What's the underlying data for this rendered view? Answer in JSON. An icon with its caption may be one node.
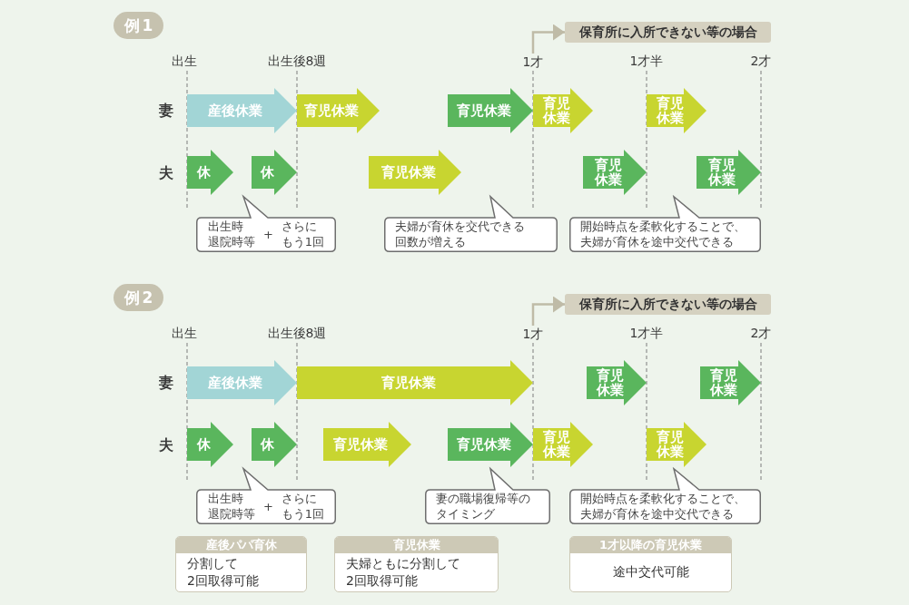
{
  "diagram": {
    "nodes": [
      {
        "text": [
          "例1"
        ]
      },
      {
        "text": [
          "保育所に入所できない等の場合"
        ]
      },
      {
        "text": [
          "1才"
        ]
      },
      {
        "text": [
          "産後休業"
        ]
      },
      {
        "text": [
          "育児休業"
        ]
      },
      {
        "text": [
          "育児休業"
        ]
      },
      {
        "text": [
          "育児休業"
        ]
      },
      {
        "text": [
          "育児休業"
        ]
      },
      {
        "text": [
          "休"
        ]
      },
      {
        "text": [
          "休"
        ]
      },
      {
        "text": [
          "育児休業"
        ]
      },
      {
        "text": [
          "育児休業"
        ]
      },
      {
        "text": [
          "育児休業"
        ]
      },
      {
        "text": [
          "出生時退院時等",
          "+",
          "さらにもう1回"
        ]
      },
      {
        "text": [
          "夫婦が育休を交代できる回数が増える"
        ]
      },
      {
        "text": [
          "開始時点を柔軟化することで、夫婦が育休を途中交代できる"
        ]
      },
      {
        "text": [
          "例2"
        ]
      },
      {
        "text": [
          "保育所に入所できない等の場合"
        ]
      },
      {
        "text": [
          "1才"
        ]
      },
      {
        "text": [
          "産後休業"
        ]
      },
      {
        "text": [
          "育児休業"
        ]
      },
      {
        "text": [
          "育児休業"
        ]
      },
      {
        "text": [
          "育児休業"
        ]
      },
      {
        "text": [
          "休"
        ]
      },
      {
        "text": [
          "休"
        ]
      },
      {
        "text": [
          "育児休業"
        ]
      },
      {
        "text": [
          "育児休業"
        ]
      },
      {
        "text": [
          "育児休業"
        ]
      },
      {
        "text": [
          "育児休業"
        ]
      },
      {
        "text": [
          "出生時退院時等",
          "+",
          "さらにもう1回"
        ]
      },
      {
        "text": [
          "妻の職場復帰等のタイミング"
        ]
      },
      {
        "text": [
          "開始時点を柔軟化することで、夫婦が育休を途中交代できる"
        ]
      },
      {
        "text": [
          "産後パパ育休",
          "分割して2回取得可能"
        ]
      },
      {
        "text": [
          "育児休業",
          "夫婦ともに分割して2回取得可能"
        ]
      },
      {
        "text": [
          "1才以降の育児休業",
          "途中交代可能"
        ]
      }
    ],
    "edges": [
      {
        "from": 2,
        "to": 1,
        "arrow": "to"
      },
      {
        "from": 18,
        "to": 17,
        "arrow": "to"
      }
    ],
    "labels": [
      "出生",
      "出生後8週",
      "1才半",
      "2才",
      "妻",
      "夫",
      "出生",
      "出生後8週",
      "1才半",
      "2才",
      "妻",
      "夫"
    ]
  }
}
